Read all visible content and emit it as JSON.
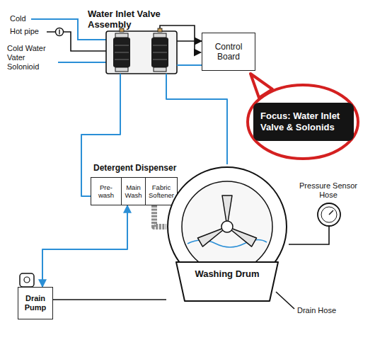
{
  "diagram": {
    "nodes": [
      {
        "text": [
          "Water Inlet Valve Assembly"
        ]
      },
      {
        "text": [
          "Control Board"
        ]
      },
      {
        "text": [
          "Focus: Water Inlet Valve & Solonids"
        ]
      },
      {
        "text": [
          "Detergent Dispenser"
        ]
      },
      {
        "text": [
          "Pre-wash"
        ],
        "in": 3
      },
      {
        "text": [
          "Main Wash"
        ],
        "in": 3
      },
      {
        "text": [
          "Fabric Softener"
        ],
        "in": 3
      },
      {
        "text": [
          "Washing Drum"
        ]
      },
      {
        "text": [
          "Drain Pump"
        ]
      }
    ],
    "edges": [
      {
        "from": 0,
        "to": 1,
        "arrow": "to"
      },
      {
        "from": 0,
        "to": 3,
        "arrow": "none"
      },
      {
        "from": 0,
        "to": 7,
        "arrow": "none"
      },
      {
        "from": 3,
        "to": 8,
        "arrow": "both"
      },
      {
        "from": 3,
        "to": 7,
        "arrow": "none"
      },
      {
        "from": 8,
        "to": 7,
        "arrow": "none"
      }
    ],
    "labels": [
      "Cold",
      "Hot pipe",
      "Cold Water Vater Solonioid",
      "Pressure Sensor Hose",
      "Drain Hose"
    ]
  }
}
